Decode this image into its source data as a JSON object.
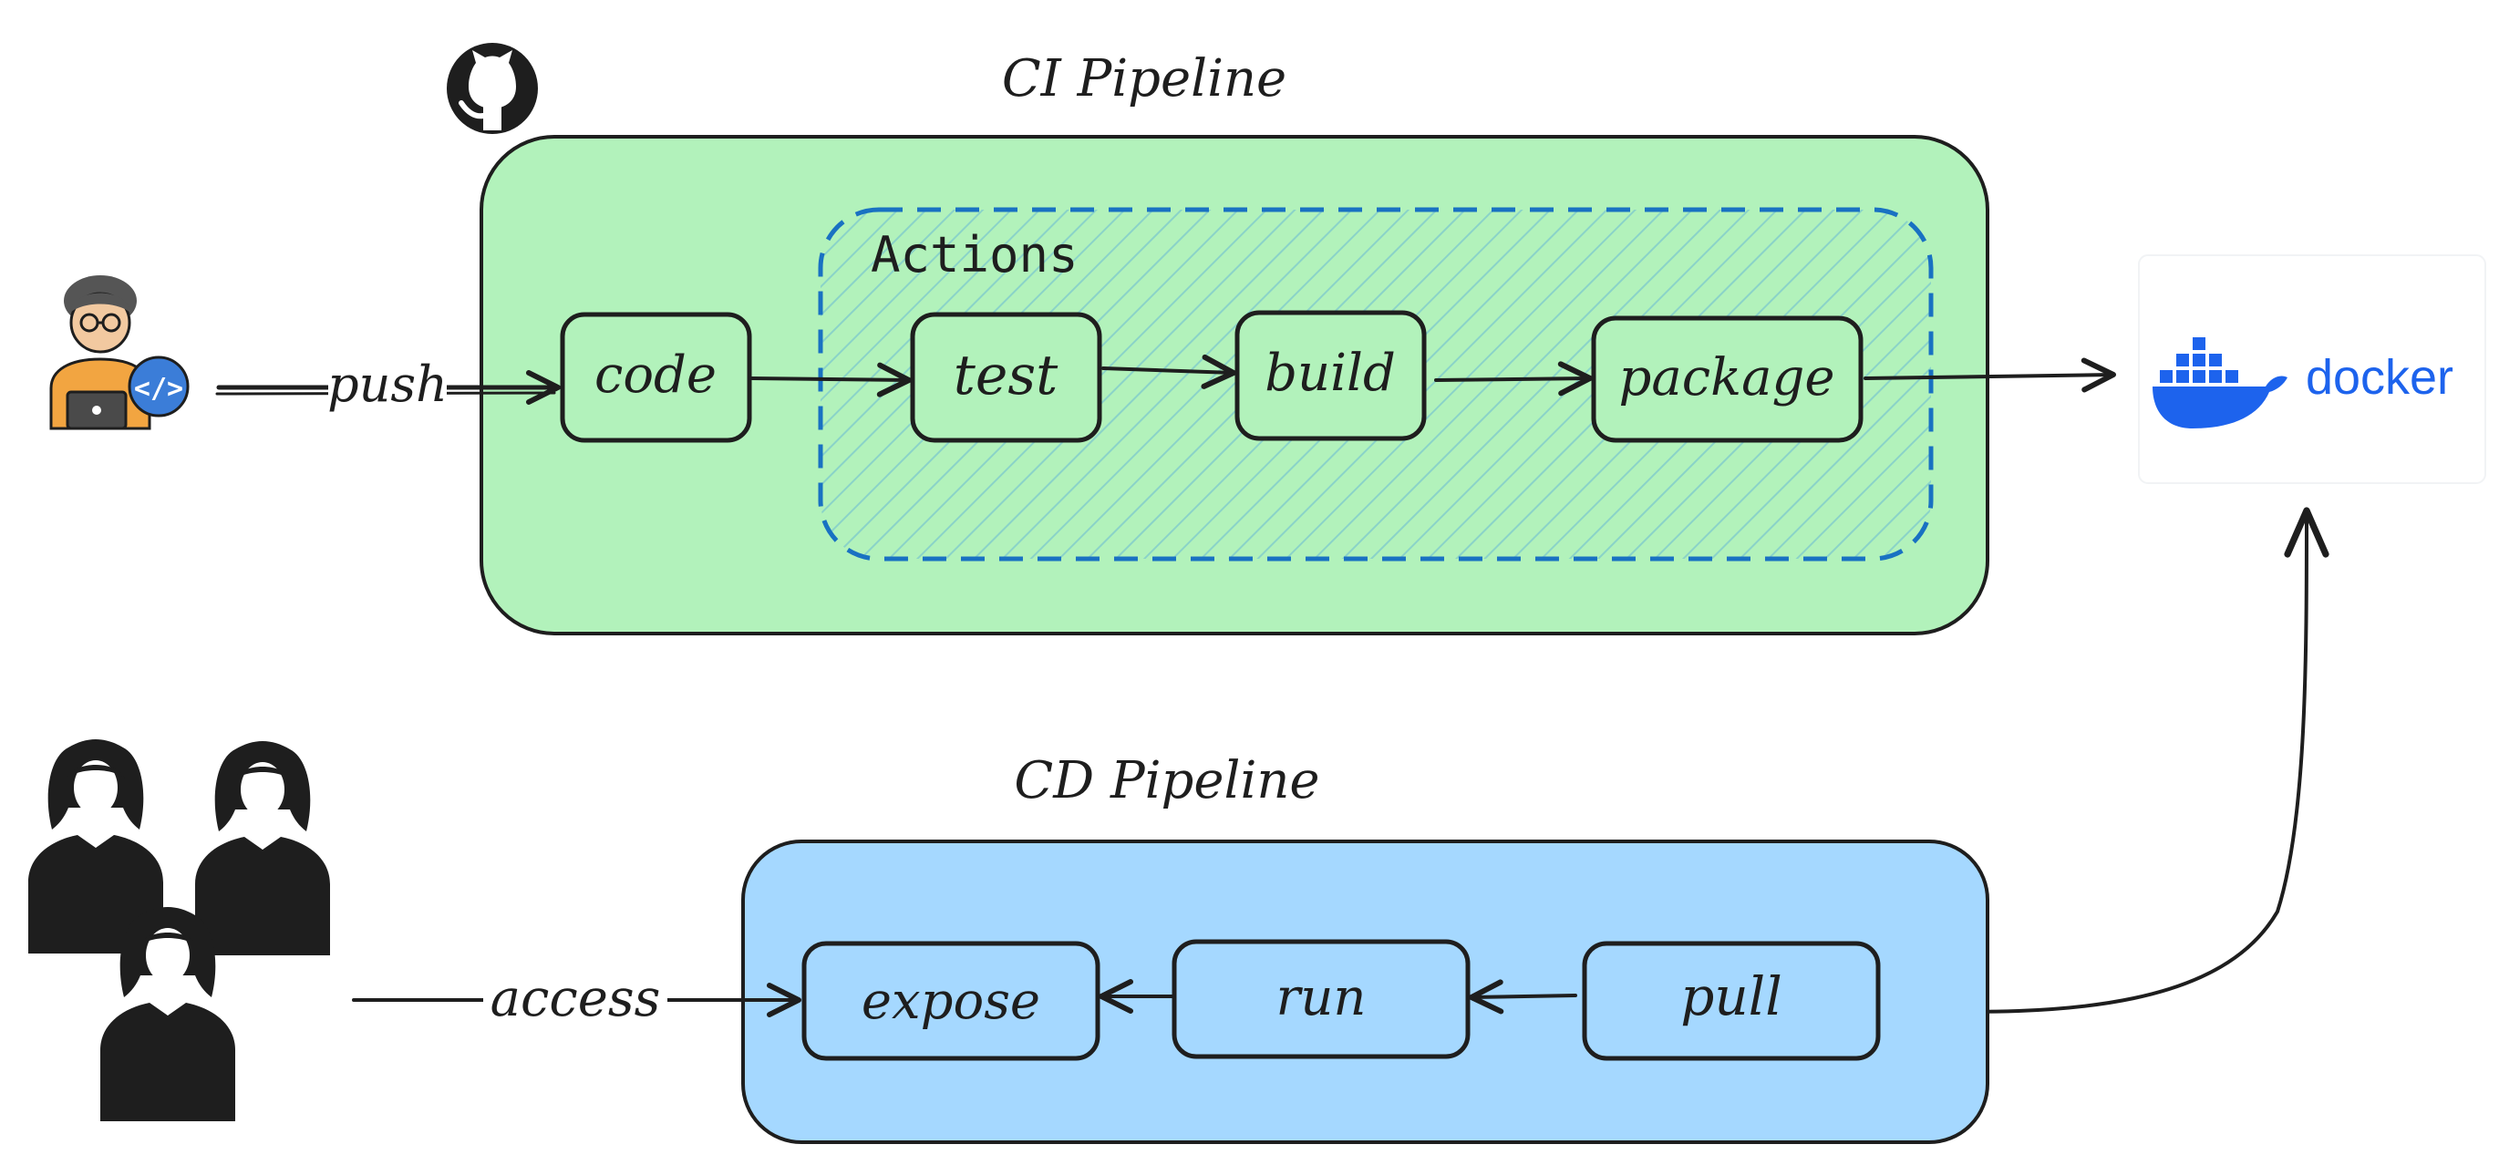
{
  "ci_pipeline": {
    "title": "CI Pipeline",
    "actions_label": "Actions",
    "steps": [
      "code",
      "test",
      "build",
      "package"
    ]
  },
  "cd_pipeline": {
    "title": "CD Pipeline",
    "steps": [
      "expose",
      "run",
      "pull"
    ]
  },
  "edges": {
    "push_label": "push",
    "access_label": "access"
  },
  "registry": {
    "name": "docker"
  },
  "icons": {
    "ci_host": "github-icon",
    "developer": "developer-icon",
    "users": "users-icon",
    "registry": "docker-icon"
  },
  "colors": {
    "ci_fill": "#b2f2bb",
    "cd_fill": "#a5d8ff",
    "actions_border": "#1971c2",
    "docker_blue": "#1d63ed",
    "ink": "#1e1e1e"
  }
}
